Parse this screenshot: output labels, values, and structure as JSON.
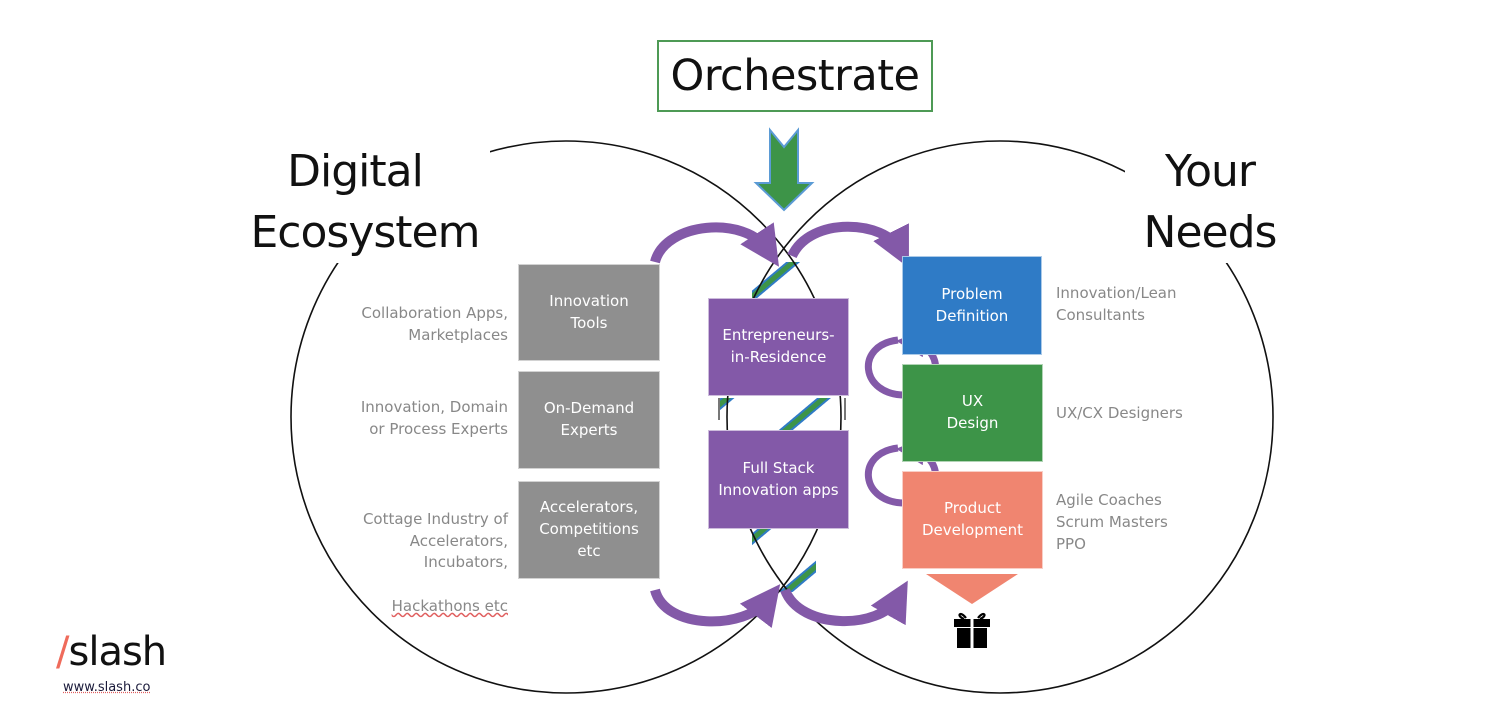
{
  "header": {
    "orchestrate_label": "Orchestrate"
  },
  "left_circle": {
    "title_line1": "Digital",
    "title_line2": "Ecosystem",
    "boxes": [
      {
        "label": "Innovation\nTools",
        "color": "#8f8f8f"
      },
      {
        "label": "On-Demand\nExperts",
        "color": "#8f8f8f"
      },
      {
        "label": "Accelerators,\nCompetitions\netc",
        "color": "#8f8f8f"
      }
    ],
    "side_labels": [
      "Collaboration Apps,\nMarketplaces",
      "Innovation, Domain\nor Process Experts",
      "Cottage Industry of\nAccelerators,\nIncubators,"
    ],
    "side_label_underlined": "Hackathons etc"
  },
  "center": {
    "boxes": [
      {
        "label": "Entrepreneurs-\nin-Residence",
        "color": "#8359a8"
      },
      {
        "label": "Full Stack\nInnovation apps",
        "color": "#8359a8"
      }
    ],
    "arrow_color": "#3d9448",
    "curved_arrow_color": "#8359a8"
  },
  "right_circle": {
    "title_line1": "Your",
    "title_line2": "Needs",
    "boxes": [
      {
        "label": "Problem\nDefinition",
        "color": "#2f7bc6"
      },
      {
        "label": "UX\nDesign",
        "color": "#3d9448"
      },
      {
        "label": "Product\nDevelopment",
        "color": "#f08570"
      }
    ],
    "side_labels": [
      "Innovation/Lean\nConsultants",
      "UX/CX Designers",
      "Agile Coaches\nScrum Masters\nPPO"
    ],
    "output_icon": "gift-icon"
  },
  "logo": {
    "slash": "/",
    "name": "slash",
    "url": "www.slash.co"
  }
}
